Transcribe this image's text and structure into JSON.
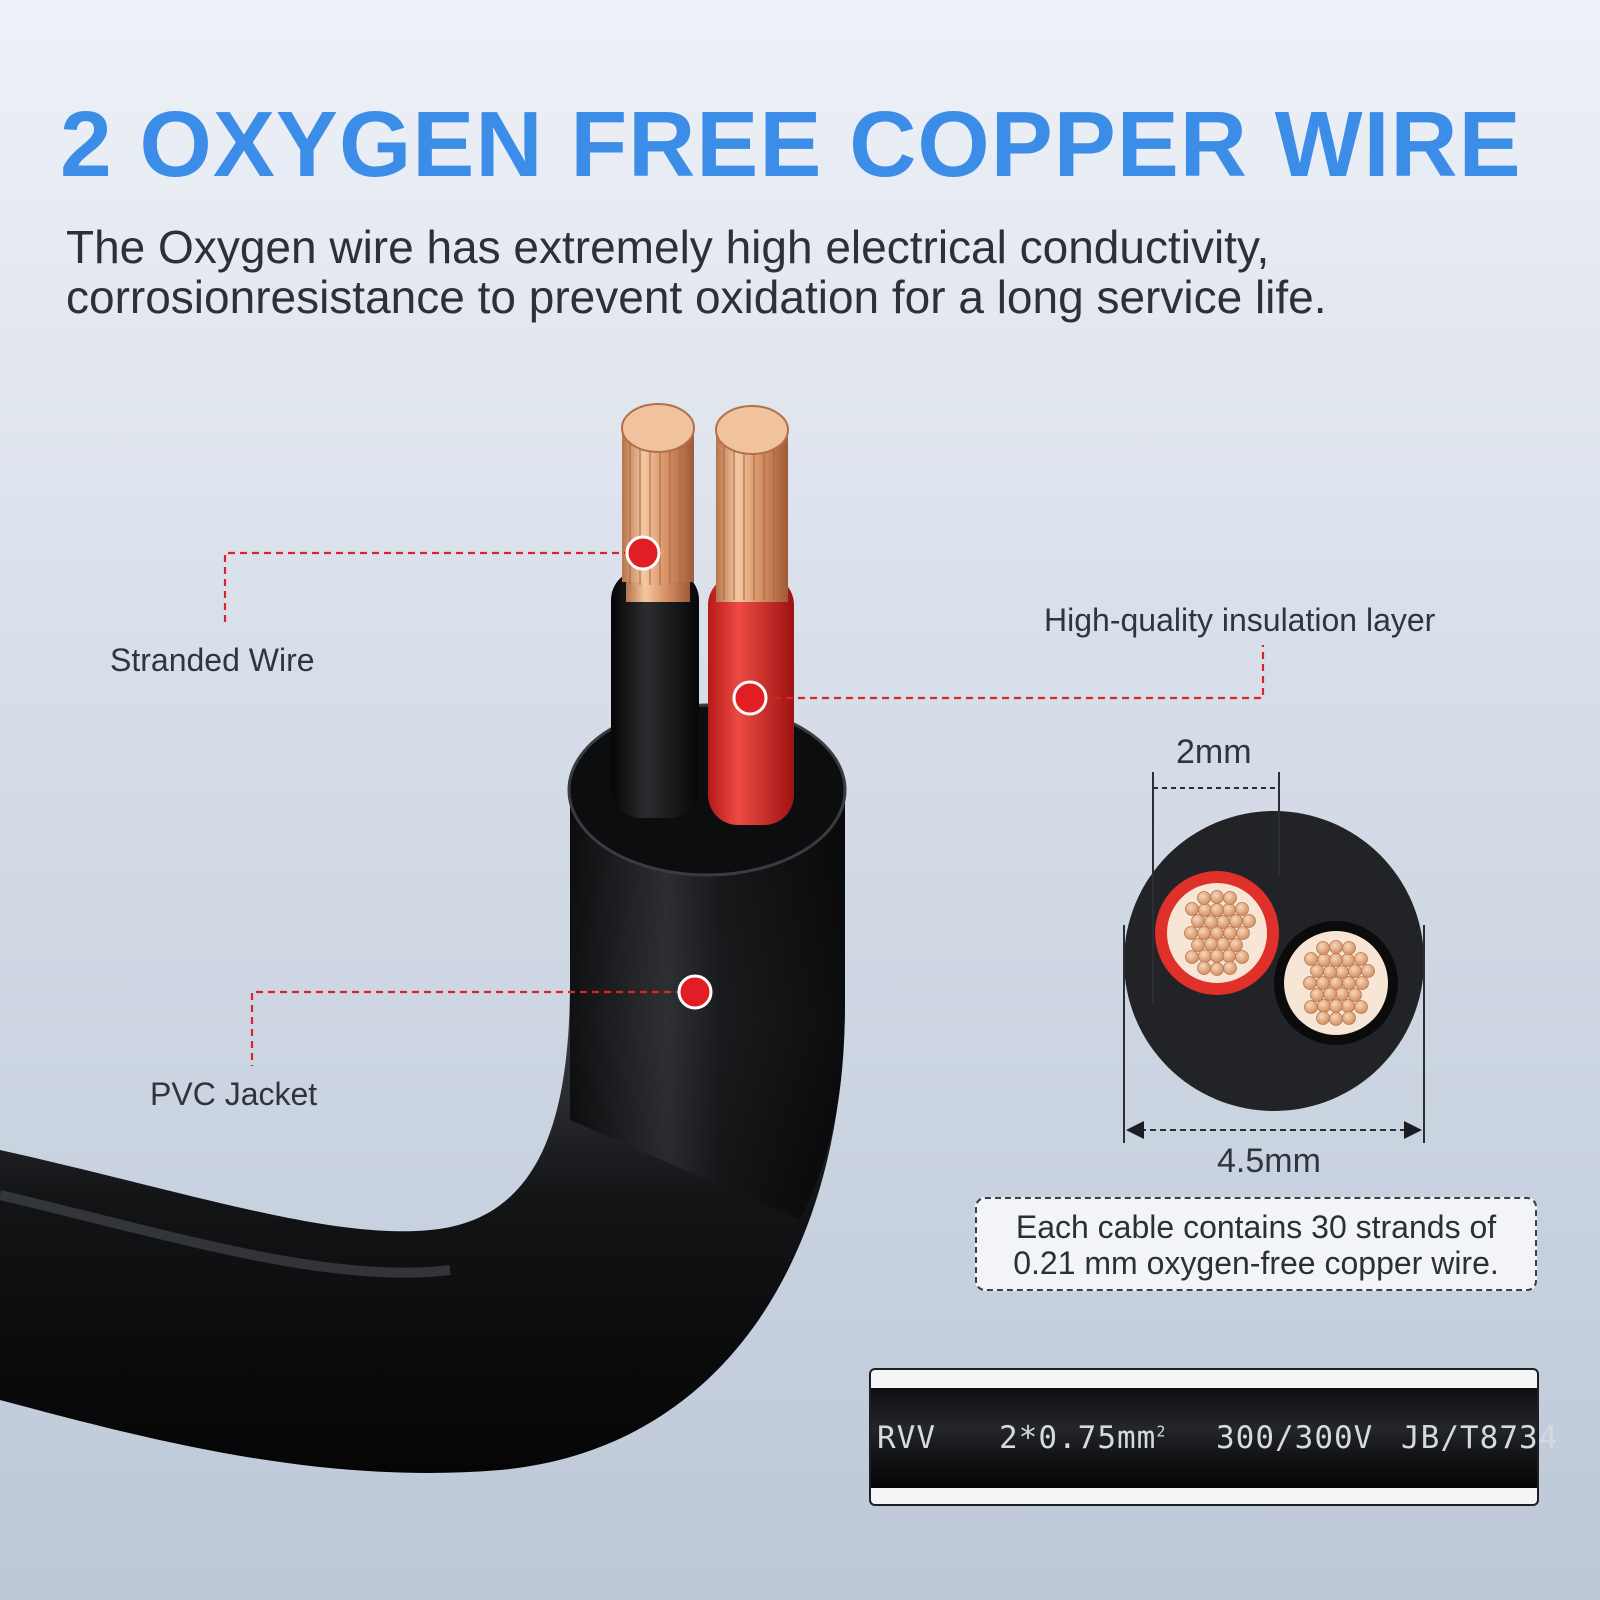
{
  "headline": "2 OXYGEN FREE COPPER WIRE",
  "subtitle": {
    "line1": "The Oxygen wire has extremely high electrical conductivity,",
    "line2": "corrosionresistance to prevent oxidation for a long service life."
  },
  "callouts": {
    "stranded_wire": "Stranded Wire",
    "insulation": "High-quality insulation layer",
    "jacket": "PVC Jacket"
  },
  "cross_section": {
    "core_diameter": "2mm",
    "outer_diameter": "4.5mm"
  },
  "note": {
    "line1": "Each cable contains 30 strands of",
    "line2": "0.21 mm oxygen-free copper wire."
  },
  "cable_print": {
    "type": "RVV",
    "size": "2*0.75mm",
    "size_exp": "2",
    "voltage": "300/300V",
    "standard": "JB/T8734"
  },
  "colors": {
    "headline": "#3b8de8",
    "marker": "#e01e24",
    "copper": "#e0a57a",
    "jacket": "#151618",
    "insulation_red": "#d42a25"
  }
}
